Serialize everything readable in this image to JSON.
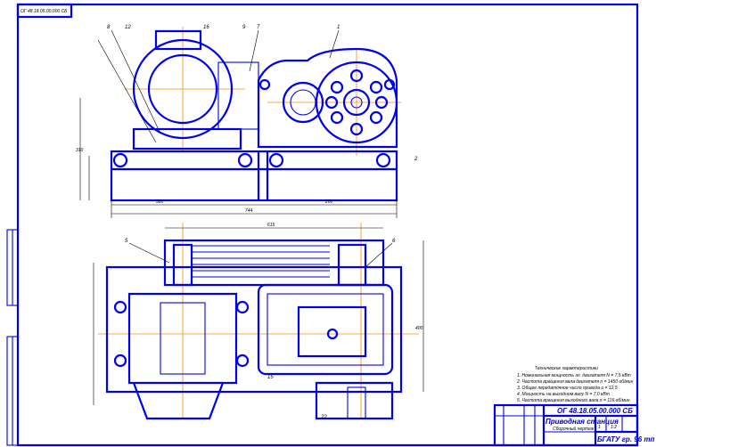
{
  "drawing": {
    "stamp_top": "ОГ 48.18.05.00.000 СБ",
    "item_labels": [
      "8",
      "12",
      "9",
      "7",
      "1",
      "2",
      "16",
      "5",
      "6",
      "15",
      "22"
    ],
    "dimensions": [
      "744",
      "360",
      "200",
      "310",
      "615",
      "400",
      "1:2"
    ],
    "notes_title": "Технические характеристики",
    "notes": [
      "1. Номинальная мощность эл. двигателя  N = 7,5 кВт",
      "2. Частота вращения вала двигателя  n = 1450 об/мин",
      "3. Общее передаточное число привода  u = 12,5",
      "4. Мощность на выходном валу  N = 7,0 кВт",
      "5. Частота вращения выходного вала  n = 116 об/мин"
    ],
    "title_block": {
      "document_code": "ОГ 48.18.05.00.000 СБ",
      "title": "Приводная станция",
      "subtitle": "Сборочный чертеж",
      "scale": "1:2",
      "sheet": "1",
      "organization": "БГАТУ гр. 96 тп"
    },
    "colors": {
      "outline": "#0000ee",
      "axis": "#ff8c00",
      "hidden": "#e00000"
    }
  }
}
